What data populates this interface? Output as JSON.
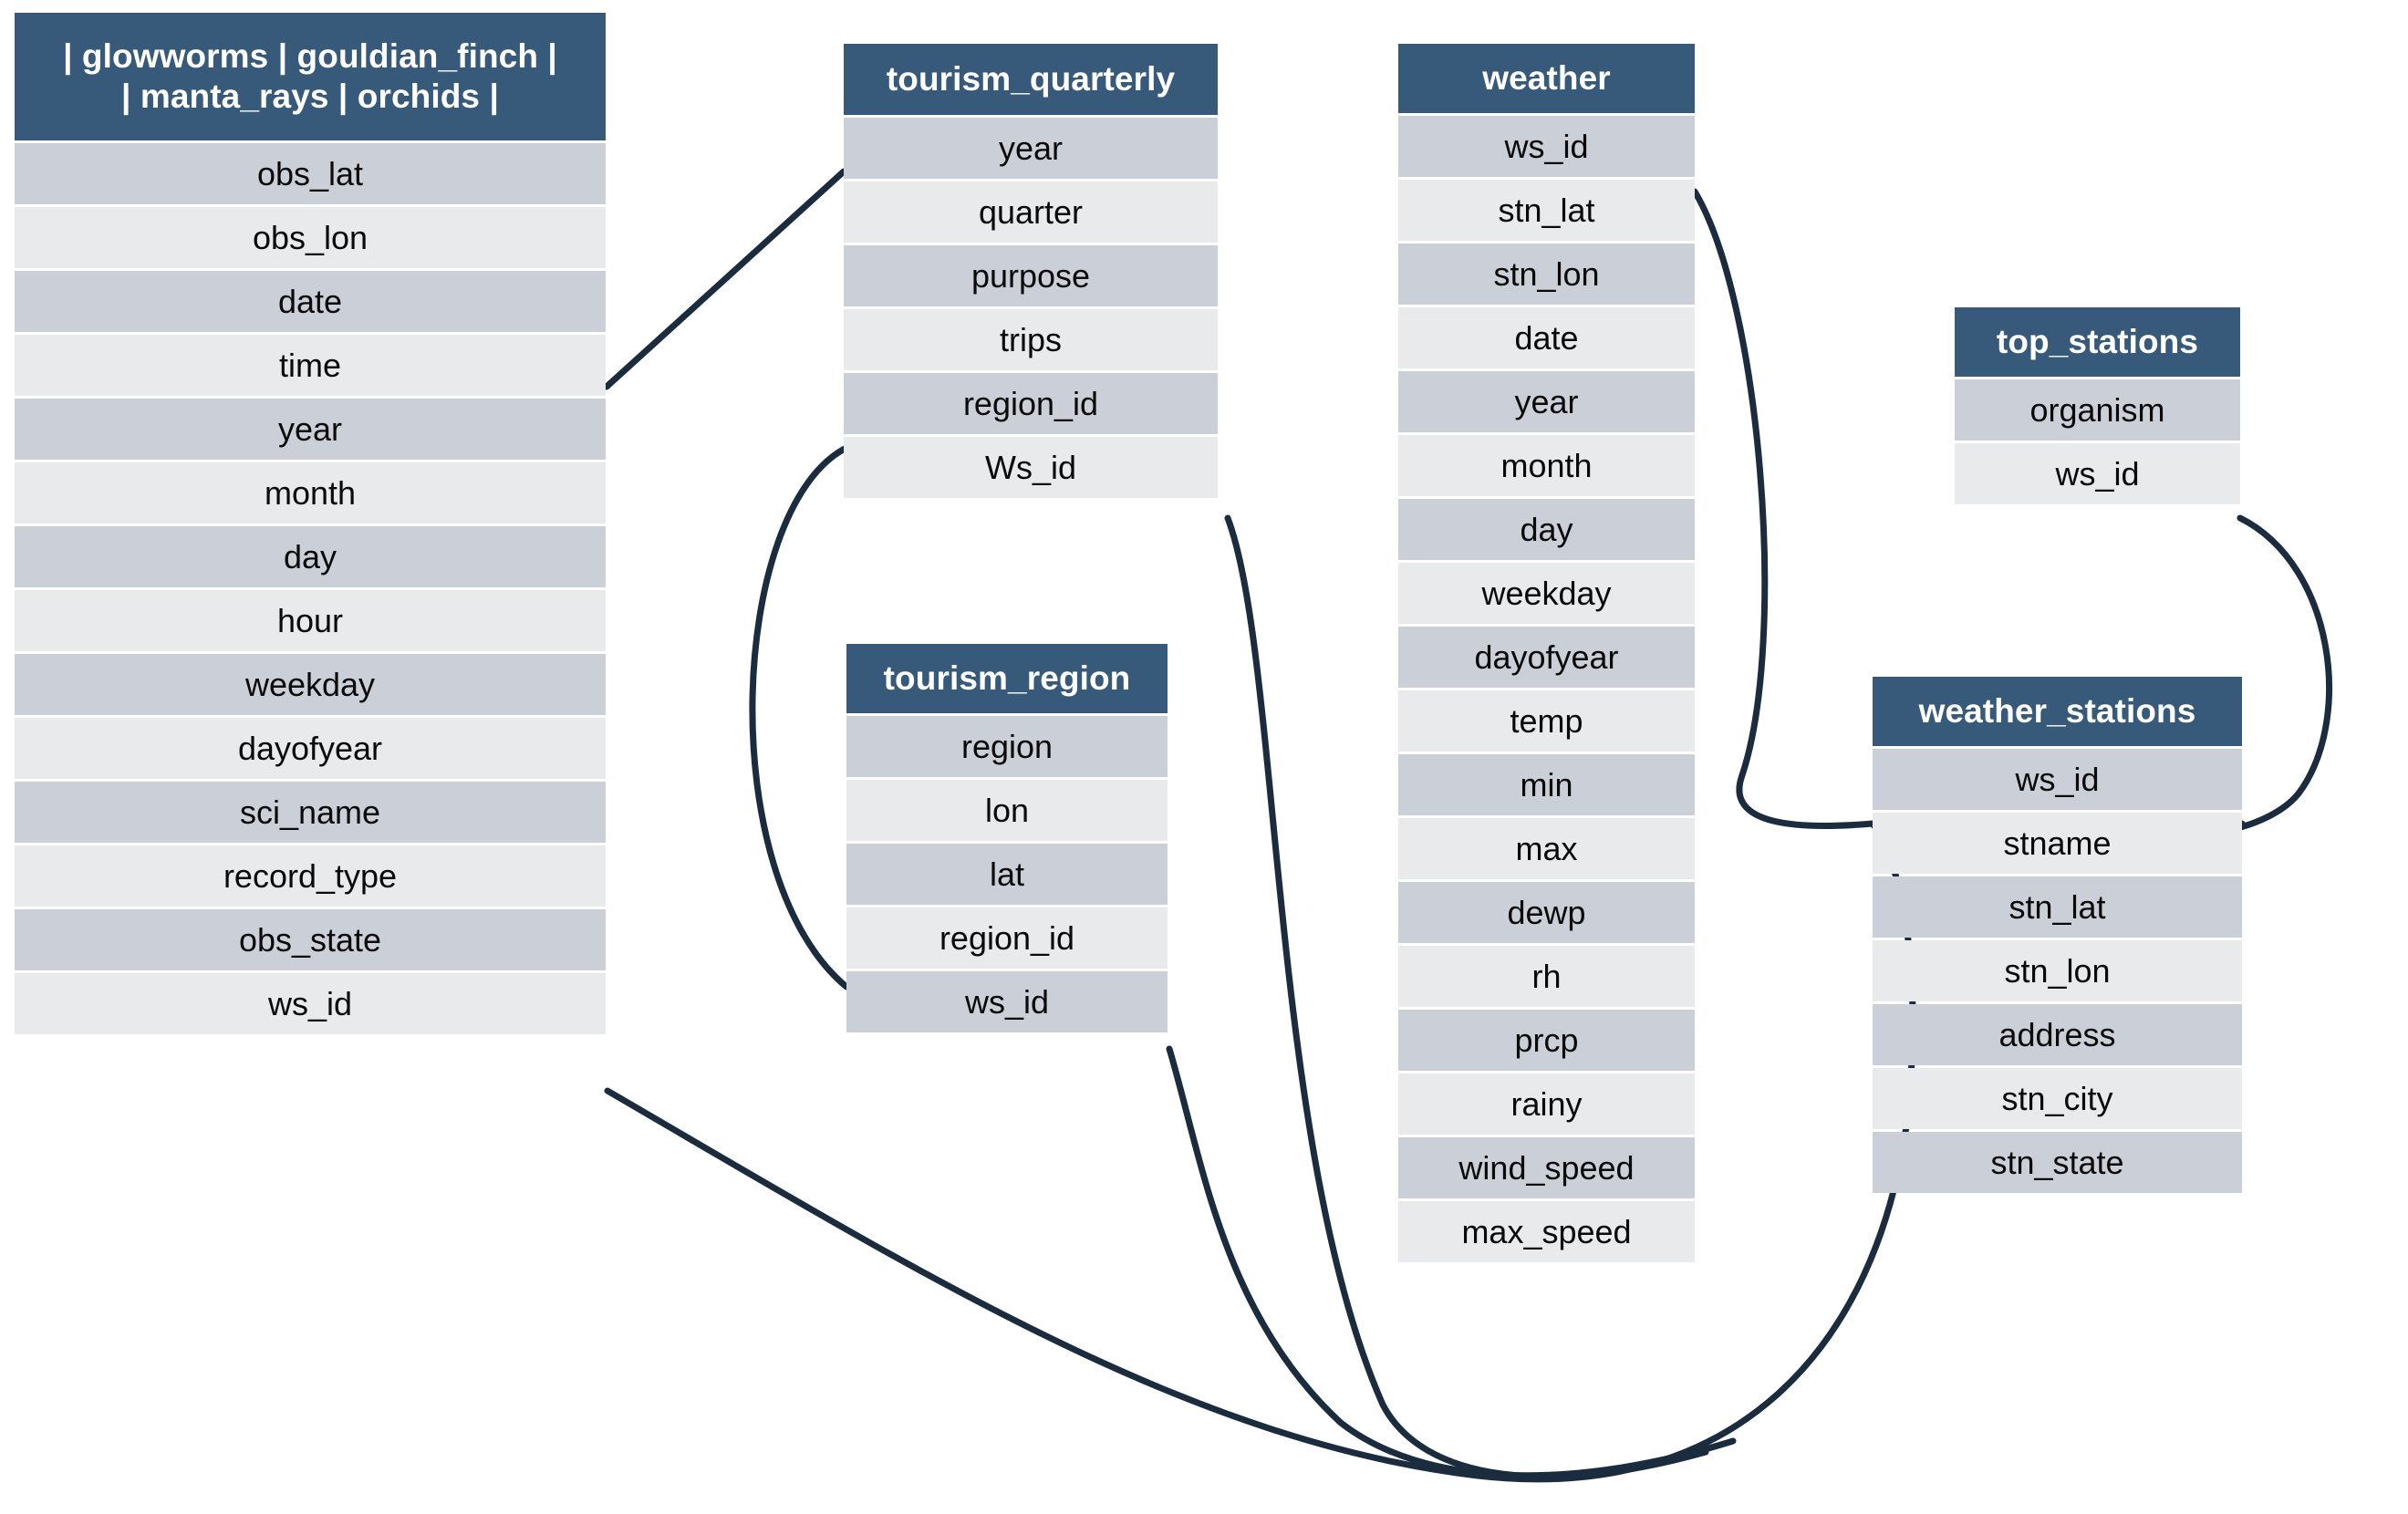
{
  "diagram": {
    "kind": "entity-relationship-diagram",
    "colors": {
      "header_bg": "#37597a",
      "header_text": "#ffffff",
      "row_band_dark": "#cbd0d8",
      "row_band_light": "#e9eaec",
      "edge_line": "#1b2c3e",
      "background": "#ffffff"
    },
    "tables": [
      {
        "id": "observations",
        "title": "| glowworms | gouldian_finch | | manta_rays | orchids |",
        "title_lines": [
          "| glowworms | gouldian_finch |",
          "| manta_rays | orchids |"
        ],
        "fields": [
          "obs_lat",
          "obs_lon",
          "date",
          "time",
          "year",
          "month",
          "day",
          "hour",
          "weekday",
          "dayofyear",
          "sci_name",
          "record_type",
          "obs_state",
          "ws_id"
        ]
      },
      {
        "id": "tourism_quarterly",
        "title": "tourism_quarterly",
        "title_lines": [
          "tourism_quarterly"
        ],
        "fields": [
          "year",
          "quarter",
          "purpose",
          "trips",
          "region_id",
          "Ws_id"
        ]
      },
      {
        "id": "tourism_region",
        "title": "tourism_region",
        "title_lines": [
          "tourism_region"
        ],
        "fields": [
          "region",
          "lon",
          "lat",
          "region_id",
          "ws_id"
        ]
      },
      {
        "id": "weather",
        "title": "weather",
        "title_lines": [
          "weather"
        ],
        "fields": [
          "ws_id",
          "stn_lat",
          "stn_lon",
          "date",
          "year",
          "month",
          "day",
          "weekday",
          "dayofyear",
          "temp",
          "min",
          "max",
          "dewp",
          "rh",
          "prcp",
          "rainy",
          "wind_speed",
          "max_speed"
        ]
      },
      {
        "id": "top_stations",
        "title": "top_stations",
        "title_lines": [
          "top_stations"
        ],
        "fields": [
          "organism",
          "ws_id"
        ]
      },
      {
        "id": "weather_stations",
        "title": "weather_stations",
        "title_lines": [
          "weather_stations"
        ],
        "fields": [
          "ws_id",
          "stname",
          "stn_lat",
          "stn_lon",
          "address",
          "stn_city",
          "stn_state"
        ]
      }
    ],
    "relationships": [
      {
        "from": "observations.time",
        "to": "tourism_quarterly.year"
      },
      {
        "from": "tourism_quarterly.region_id",
        "to": "tourism_region.region_id"
      },
      {
        "from": "tourism_quarterly.Ws_id",
        "to": "weather_stations.ws_id"
      },
      {
        "from": "tourism_region.ws_id",
        "to": "weather_stations.ws_id"
      },
      {
        "from": "observations.ws_id",
        "to": "weather_stations.ws_id"
      },
      {
        "from": "weather.ws_id",
        "to": "weather_stations.ws_id"
      },
      {
        "from": "top_stations.ws_id",
        "to": "weather_stations.ws_id"
      }
    ]
  }
}
